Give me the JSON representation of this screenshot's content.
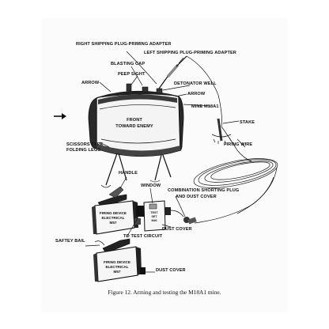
{
  "figure": {
    "labels": {
      "right_adapter": "RIGHT SHIPPING PLUG-PRIMING ADAPTER",
      "left_adapter": "LEFT SHIPPING PLUG-PRIMING ADAPTER",
      "blasting_cap": "BLASTING CAP",
      "peep_sight": "PEEP SIGHT",
      "arrow_left": "ARROW",
      "detonator_well": "DETONATOR WELL",
      "arrow_right": "ARROW",
      "mine": "MINE M18A1",
      "front_line1": "FRONT",
      "front_line2": "TOWARD ENEMY",
      "stake": "STAKE",
      "scissors_line1": "SCISSORS TYPE",
      "scissors_line2": "FOLDING LEGS",
      "firing_wire": "FIRING WIRE",
      "handle": "HANDLE",
      "window": "WINDOW",
      "combo_line1": "COMBINATION SHORTING PLUG",
      "combo_line2": "AND DUST COVER",
      "device_upper_1": "FIRING DEVICE",
      "device_upper_2": "ELECTRICAL",
      "device_upper_3": "M57",
      "test_set_1": "TEST",
      "test_set_2": "SET",
      "test_set_3": "M40",
      "dust_cover_upper": "DUST COVER",
      "to_test_circuit": "TO TEST CIRCUIT",
      "safety_bail": "SAFTEY BAIL",
      "device_lower_1": "FIRING DEVICE",
      "device_lower_2": "ELECTRICAL",
      "device_lower_3": "M57",
      "dust_cover_lower": "DUST COVER"
    },
    "caption": "Figure 12.  Arming and testing the M18A1 mine."
  }
}
